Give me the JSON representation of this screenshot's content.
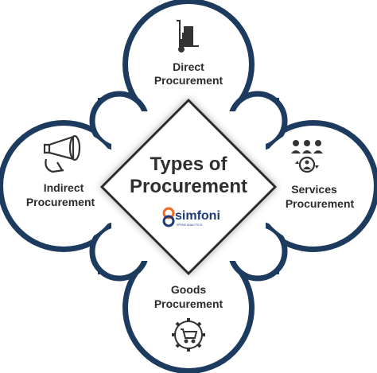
{
  "center": {
    "title_line1": "Types of",
    "title_line2": "Procurement",
    "logo_text": "simfoni",
    "logo_tagline": "SPEND ANALYTICS"
  },
  "nodes": {
    "top": {
      "line1": "Direct",
      "line2": "Procurement",
      "icon": "hand-truck-icon"
    },
    "right": {
      "line1": "Services",
      "line2": "Procurement",
      "icon": "people-cycle-icon"
    },
    "bottom": {
      "line1": "Goods",
      "line2": "Procurement",
      "icon": "gear-cart-icon"
    },
    "left": {
      "line1": "Indirect",
      "line2": "Procurement",
      "icon": "megaphone-icon"
    }
  },
  "colors": {
    "outline": "#1d3b5e",
    "diamond_border": "#2a2a2a",
    "text": "#2b2b2b",
    "logo_orange": "#f26a21",
    "logo_blue": "#1d3b7a"
  }
}
